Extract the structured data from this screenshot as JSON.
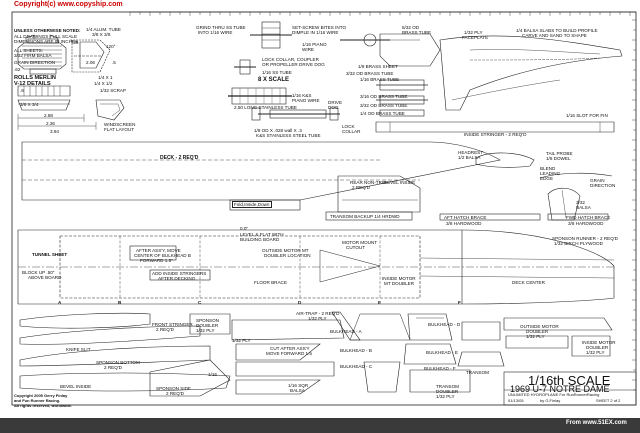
{
  "header": {
    "copyright_url": "Copyright(c) www.copyship.com"
  },
  "notes": {
    "unless": "UNLESS OTHERWISE NOTED:",
    "full_scale": "ALL DRAWINGS FULL SCALE",
    "dimensions": "DIMENSIONS ARE IN INCHES",
    "all_sheets": "ALL SHEETS:",
    "balsa": "3/32 FIRM BALSA",
    "grain": "GRAIN DIRECTION"
  },
  "engine": {
    "title1": "ROLLS MERLIN",
    "title2": "V-12 DETAILS",
    "alum_tube": "1/4 ALUM. TUBE",
    "alum_dims": "3/8 X 3/8",
    "dim_206": "2.06",
    "dim_120": "120°",
    "dim_5": ".5",
    "dim_1x": "1/4 X 1",
    "dim_14x12": "1/4 X 1/2",
    "scrap": "1/32 SCRAP",
    "x34": "3/8 X 3/4",
    "dim_288": "2.88",
    "dim_236": "2.36",
    "dim_394": "3.94",
    "windscreen": "WINDSCREEN",
    "flat_layout": "FLAT LAYOUT",
    "dim_62": ".62",
    "dim_25": ".25",
    "dim_6": ".6"
  },
  "drive": {
    "grind": "GRIND THRU SS TUBE",
    "into_wire": "INTO 1/16 WIRE",
    "setscrew": "SET-SCREW BITES INTO",
    "dimple": "DIMPLE IN 1/16 WIRE",
    "piano": "1/16 PIANO",
    "wire": "WIRE",
    "lock_collar": "LOCK COLLAR, COUPLER",
    "prop_drive": "OR PROPELLER DRIVE DOG",
    "ss_tube": "1/16 SS TUBE",
    "scale8": "8 X SCALE",
    "long_tube": "2.50 LONG STAINLESS TUBE",
    "ss_116": "1/16 K&S",
    "piano_wire": "PIANO WIRE",
    "drive_dog": "DRIVE",
    "dog": "DOG",
    "od_tube": "1/8 OD X .028 wall X .3",
    "ks_tube": "K&S STAINLESS STEEL TUBE",
    "lock": "LOCK",
    "collar": "COLLAR"
  },
  "brass": {
    "b1": "5/32 OD",
    "b1b": "BRASS TUBE",
    "b2": "1/8 BRASS SHEET",
    "b3": "3/32 OD BRASS TUBE",
    "b4": "1/16 BRASS TUBE",
    "b5": "3/16 OD BRASS TUBE",
    "b6": "3/32 OD BRASS TUBE",
    "b7": "1/4 OD BRASS TUBE"
  },
  "right_top": {
    "ply": "1/32 PLY",
    "faceplate": "FACEPLATE",
    "balsa_slabs": "1/4 BALSA SLABS TO BUILD PROFILE",
    "carve": "CARVE AND SAND TO SHAPE",
    "slot": "1/16 SLOT FOR FIN"
  },
  "parts": {
    "inside_stringer": "INSIDE STRINGER - 2 REQ'D",
    "headrest": "HEADREST",
    "headrest2": "1/2 BALSA",
    "tail_probe": "TAIL PROBE",
    "dowel": "1/8 DOWEL",
    "blend": "BLEND",
    "leading": "LEADING",
    "edge": "EDGE",
    "fin_balsa": "3/32",
    "fin_balsa2": "BALSA",
    "grain": "GRAIN",
    "fin_dir": "DIRECTION",
    "deck": "DECK - 2 REQ'D",
    "rear_nontrip": "REAR NON-TRIP",
    "rear_req": "2 REQ'D",
    "bevel_inside": "BEVEL INSIDE",
    "fold_inside": "Fold,Inside,Down",
    "transom_backup": "TRANSOM BACKUP 1/4 HRDWD",
    "aft_hatch": "AFT HATCH BRACE",
    "aft_hw": "3/8 HARDWOOD",
    "fwd_hatch": "FWD HATCH BRACE",
    "fwd_hw": "3/8 HARDWOOD",
    "dim_d0": "0.0\"",
    "level": "LEVEL & FLAT WITH",
    "building_board": "BUILDING BOARD",
    "outside_motor": "OUTSIDE MOTOR MT",
    "doubler_loc": "DOUBLER LOCATION",
    "motor_mount": "MOTOR MOUNT",
    "cutout": "CUTOUT",
    "after_assy": "AFTER ASS'Y, MOVE",
    "center_bulk": "CENTER OF BULKHEAD B",
    "forward": "FORWARD 1.5\"",
    "add_inside": "ADD INSIDE STRINGERS",
    "after_decking": "AFTER DECKING",
    "tunnel_sheet": "TUNNEL SHEET",
    "block_up": "BLOCK UP .50\"",
    "above_board": "ABOVE BOARD",
    "floor_brace": "FLOOR BRACE",
    "inside_motor": "INSIDE MOTOR",
    "mt_doubler": "MT DOUBLER",
    "sponson_runner": "SPONSON RUNNER - 2 REQ'D",
    "birch": "1/32 BIRCH PLYWOOD",
    "deck_center": "DECK CENTER",
    "air_trap": "AIR-TRAP - 2 REQ'D",
    "air_ply": "1/32 PLY",
    "front_stringer": "FRONT STRINGER",
    "front_req": "2 REQ'D",
    "sponson_ply": "SPONSON",
    "sponson_ply2": "DOUBLER",
    "sponson_ply3": "1/32 PLY",
    "ply_32": "1/32 PLY",
    "bulk_a": "BULKHEAD - A",
    "bulk_b": "BULKHEAD - B",
    "bulk_c": "BULKHEAD - C",
    "bulk_d": "BULKHEAD - D",
    "bulk_e": "BULKHEAD - E",
    "bulk_f": "BULKHEAD - F",
    "cut_after": "CUT AFTER ASS'Y",
    "move_fwd": "MOVE FORWARD 1.5",
    "knife": "KNIFE SLIT",
    "sponson_bottom": "SPONSON BOTTOM",
    "sb_req": "2 REQ'D",
    "bevel_inside2": "BEVEL INSIDE",
    "sponson_side": "SPONSON SIDE",
    "ss_req": "2 REQ'D",
    "ply_16": "1/16",
    "balsa_16": "1/16 SQR",
    "balsa_16b": "BALSA",
    "transom": "TRANSOM",
    "transom_d": "TRANSOM",
    "transom_d2": "DOUBLER",
    "transom_d3": "1/32 PLY",
    "outside_doubler": "OUTSIDE MOTOR",
    "outside_doubler2": "DOUBLER",
    "outside_doubler3": "1/32 PLY",
    "inside_doubler": "INSIDE MOTOR",
    "inside_doubler2": "DOUBLER",
    "inside_doubler3": "1/32 PLY"
  },
  "title_block": {
    "scale": "1/16th SCALE",
    "name": "1969 U-7 NOTRE DAME",
    "subtitle": "UNLIMITED HYDROPLANE For RunRunnerRacing",
    "date": "01/13/05",
    "drawn": "by G.Finlay",
    "sheet": "SHEET 2 of 2"
  },
  "copyright": {
    "line1": "Copyright 2005 Gerry Finlay",
    "line2": "and Fun Runner Racing.",
    "line3": "All rights reserved, worldwide."
  },
  "watermark": {
    "text": "From www.51EX.com"
  },
  "labels": {
    "a": "A",
    "b": "B",
    "c": "C",
    "d": "D",
    "e": "E",
    "f": "F"
  }
}
